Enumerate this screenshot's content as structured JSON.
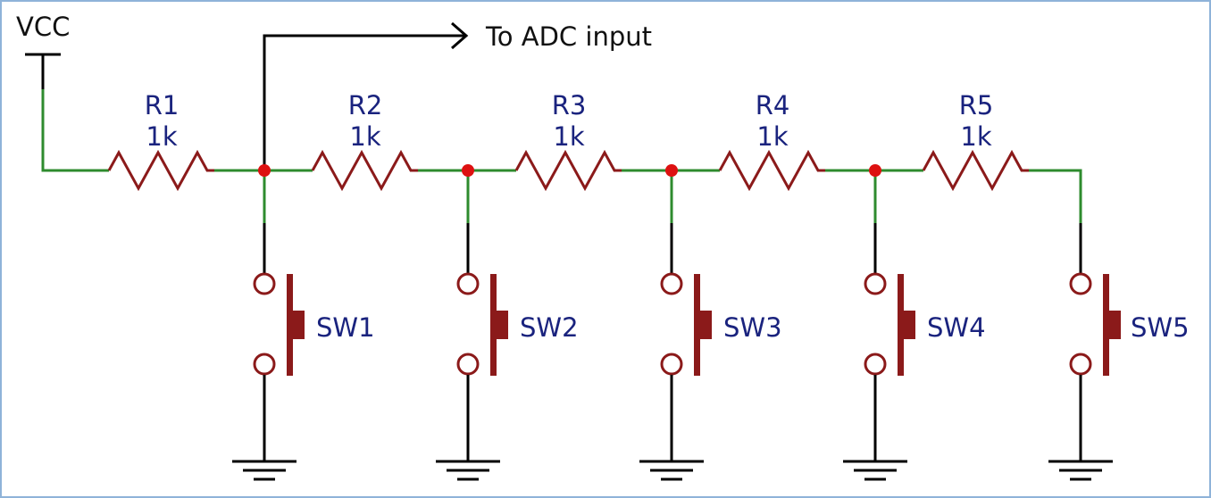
{
  "supply": {
    "label": "VCC"
  },
  "output": {
    "label": "To ADC input"
  },
  "resistors": [
    {
      "ref": "R1",
      "value": "1k"
    },
    {
      "ref": "R2",
      "value": "1k"
    },
    {
      "ref": "R3",
      "value": "1k"
    },
    {
      "ref": "R4",
      "value": "1k"
    },
    {
      "ref": "R5",
      "value": "1k"
    }
  ],
  "switches": [
    {
      "ref": "SW1"
    },
    {
      "ref": "SW2"
    },
    {
      "ref": "SW3"
    },
    {
      "ref": "SW4"
    },
    {
      "ref": "SW5"
    }
  ],
  "colors": {
    "wire_green": "#2e8b2e",
    "wire_black": "#000000",
    "component": "#8b1a1a",
    "node": "#dd1111",
    "label": "#1a237e",
    "frame": "#8fb3d9"
  }
}
